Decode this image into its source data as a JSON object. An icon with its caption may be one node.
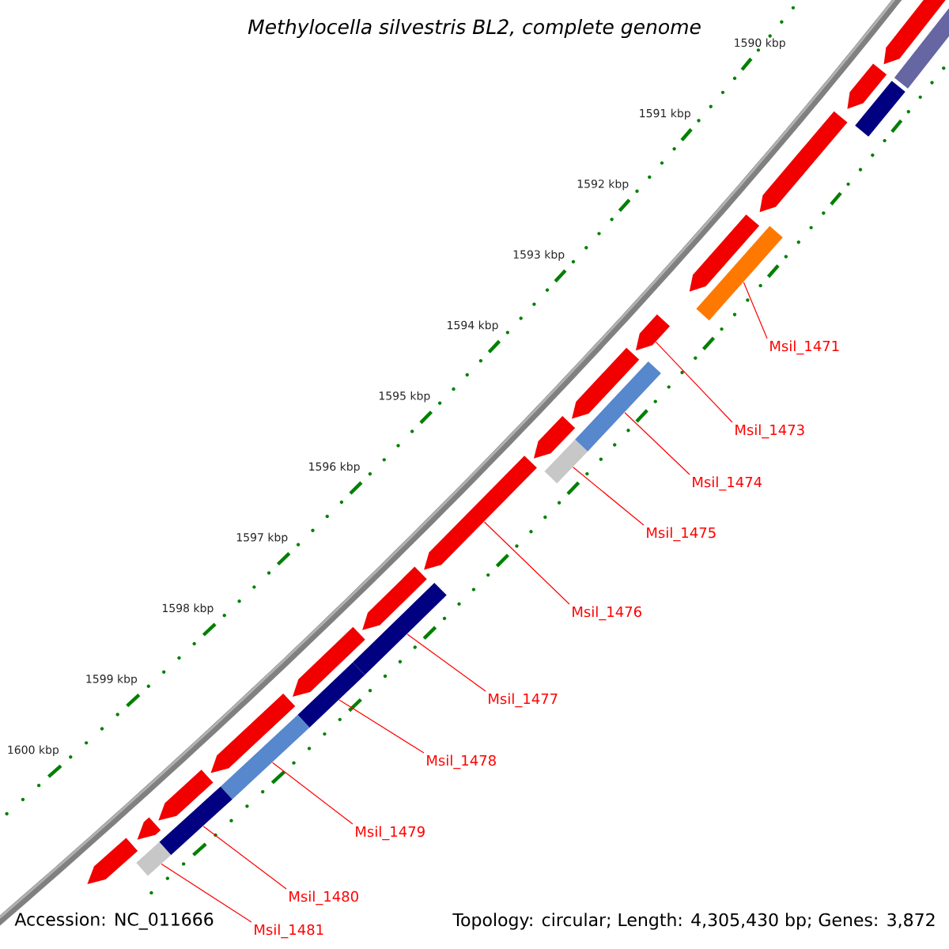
{
  "diagram": {
    "title": "Methylocella silvestris BL2, complete genome",
    "nodes": [
      {
        "text": [
          "Msil_1471"
        ]
      },
      {
        "text": [
          "Msil_1473"
        ]
      },
      {
        "text": [
          "Msil_1474"
        ]
      },
      {
        "text": [
          "Msil_1475"
        ]
      },
      {
        "text": [
          "Msil_1476"
        ]
      },
      {
        "text": [
          "Msil_1477"
        ]
      },
      {
        "text": [
          "Msil_1478"
        ]
      },
      {
        "text": [
          "Msil_1479"
        ]
      },
      {
        "text": [
          "Msil_1480"
        ]
      },
      {
        "text": [
          "Msil_1481"
        ]
      },
      {
        "text": [],
        "shape": "bar"
      },
      {
        "text": [],
        "shape": "bar"
      },
      {
        "text": [],
        "shape": "bar"
      },
      {
        "text": [],
        "shape": "bar"
      },
      {
        "text": [],
        "shape": "bar"
      },
      {
        "text": [],
        "shape": "bar"
      },
      {
        "text": [],
        "shape": "bar"
      },
      {
        "text": [],
        "shape": "bar"
      },
      {
        "text": [],
        "shape": "bar"
      },
      {
        "text": [],
        "shape": "bar"
      }
    ],
    "edges": [
      {
        "from": 0,
        "to": 10,
        "arrow": "none"
      },
      {
        "from": 1,
        "to": 11,
        "arrow": "none"
      },
      {
        "from": 2,
        "to": 12,
        "arrow": "none"
      },
      {
        "from": 3,
        "to": 13,
        "arrow": "none"
      },
      {
        "from": 4,
        "to": 14,
        "arrow": "none"
      },
      {
        "from": 5,
        "to": 15,
        "arrow": "none"
      },
      {
        "from": 6,
        "to": 16,
        "arrow": "none"
      },
      {
        "from": 7,
        "to": 17,
        "arrow": "none"
      },
      {
        "from": 8,
        "to": 18,
        "arrow": "none"
      },
      {
        "from": 9,
        "to": 19,
        "arrow": "none"
      }
    ],
    "labels": [
      "1590 kbp",
      "1591 kbp",
      "1592 kbp",
      "1593 kbp",
      "1594 kbp",
      "1595 kbp",
      "1596 kbp",
      "1597 kbp",
      "1598 kbp",
      "1599 kbp",
      "1600 kbp",
      "Accession: NC_011666",
      "Topology: circular; Length: 4,305,430 bp; Genes: 3,872"
    ]
  }
}
